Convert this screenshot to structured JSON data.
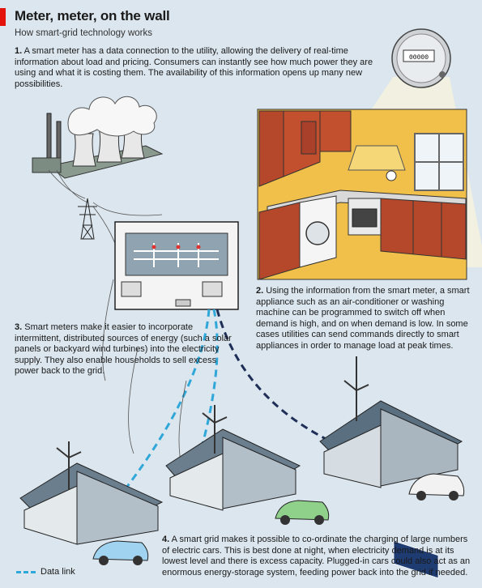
{
  "header": {
    "title": "Meter, meter, on the wall",
    "subtitle": "How smart-grid technology works"
  },
  "captions": [
    {
      "num": "1.",
      "text": "A smart meter has a data connection to the utility, allowing the delivery of real-time information about load and pricing. Consumers can instantly see how much power they are using and what it is costing them. The availability of this information opens up many new possibilities."
    },
    {
      "num": "2.",
      "text": "Using the information from the smart meter, a smart appliance such as an air-conditioner or washing machine can be programmed to switch off when demand is high, and on when demand is low. In some cases utilities can send commands directly to smart appliances in order to manage load at peak times."
    },
    {
      "num": "3.",
      "text": "Smart meters make it easier to incorporate intermittent, distributed sources of energy (such a solar panels or backyard wind turbines) into the electricity supply. They also enable households to sell excess power back to the grid."
    },
    {
      "num": "4.",
      "text": "A smart grid makes it possible to co-ordinate the charging of large numbers of electric cars. This is best done at night, when electricity demand is at its lowest level and there is excess capacity. Plugged-in cars could also act as an enormous energy-storage system, feeding power back into the grid if needed."
    }
  ],
  "meter": {
    "display": "00000"
  },
  "legend": {
    "label": "Data link"
  },
  "colors": {
    "accent": "#e3120b",
    "data_link": "#2fa7d9",
    "background": "#dbe6ee",
    "kitchen_wall": "#f0c04a",
    "cabinet": "#b5482a"
  }
}
